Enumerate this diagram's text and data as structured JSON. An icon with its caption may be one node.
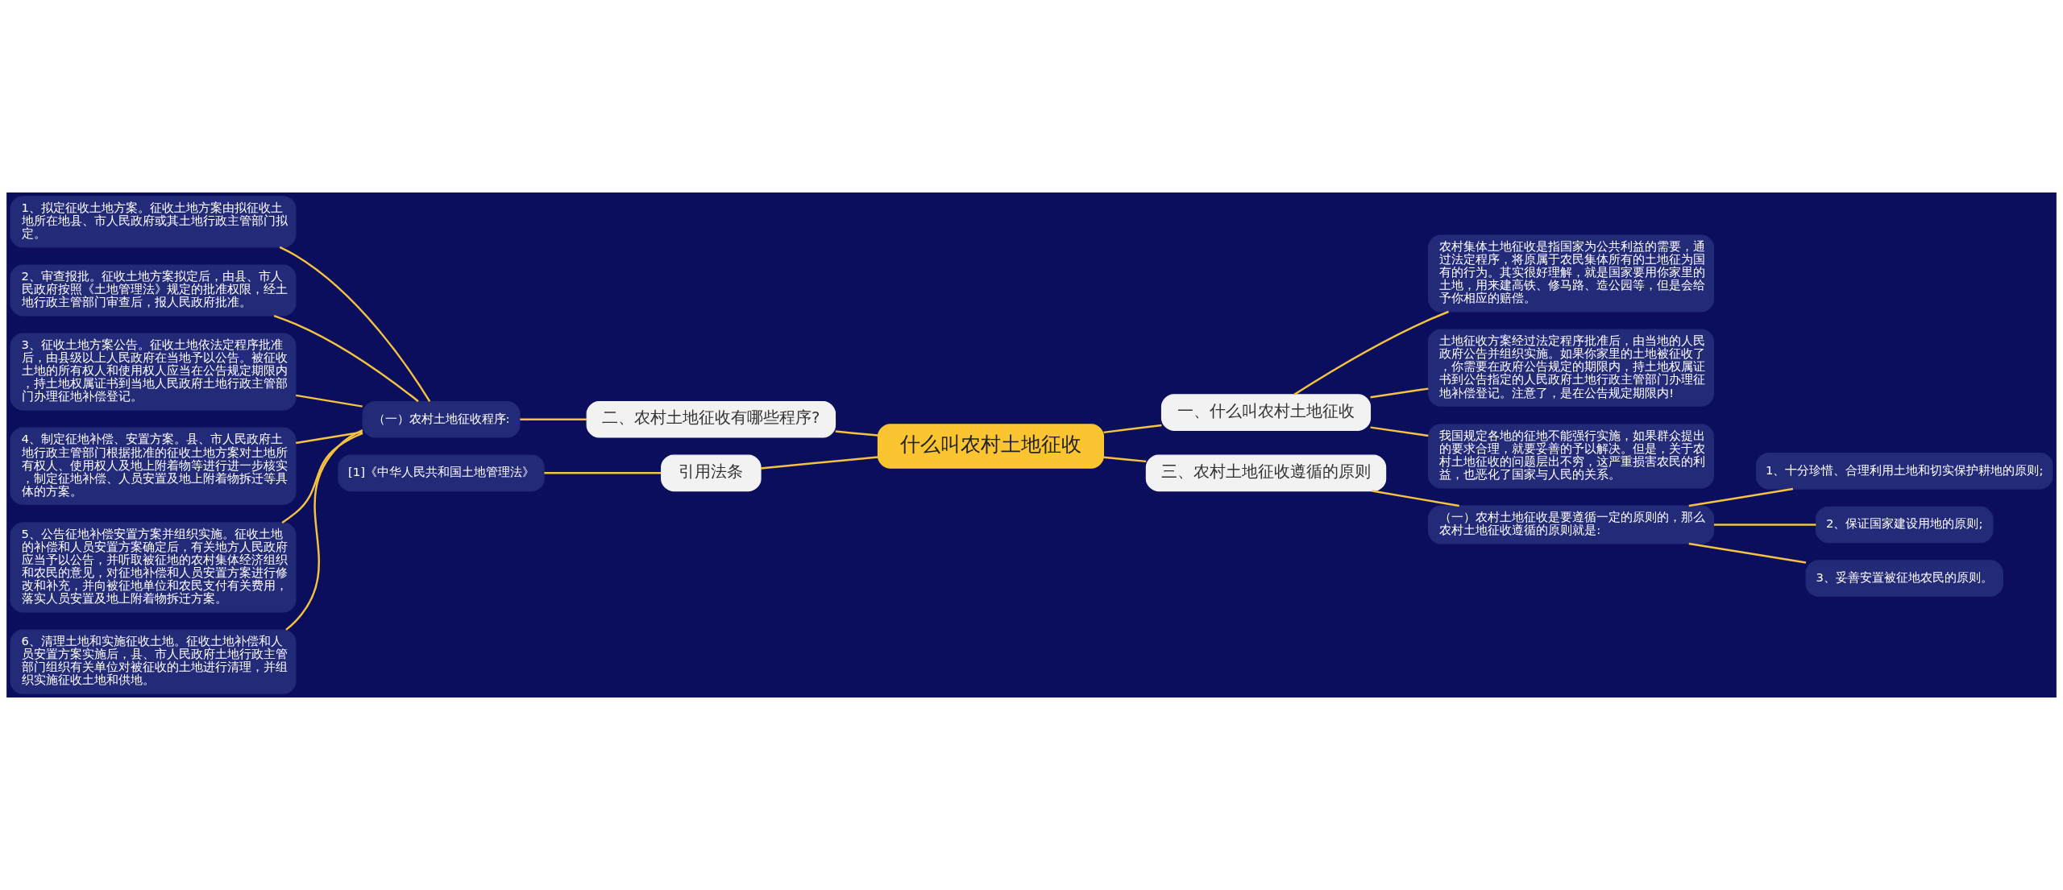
{
  "diagram": {
    "nodes": [
      {
        "text": [
          "什么叫农村土地征收"
        ]
      },
      {
        "text": [
          "二、农村土地征收有哪些程序?"
        ]
      },
      {
        "text": [
          "（一）农村土地征收程序:"
        ]
      },
      {
        "text": [
          "1、拟定征收土地方案。征收土地方案由拟征收土地所在地县、市人民政府或其土地行政主管部门拟定。"
        ]
      },
      {
        "text": [
          "2、审查报批。征收土地方案拟定后，由县、市人民政府按照《土地管理法》规定的批准权限，经土地行政主管部门审查后，报人民政府批准。"
        ]
      },
      {
        "text": [
          "3、征收土地方案公告。征收土地依法定程序批准后，由县级以上人民政府在当地予以公告。被征收土地的所有权人和使用权人应当在公告规定期限内，持土地权属证书到当地人民政府土地行政主管部门办理征地补偿登记。"
        ]
      },
      {
        "text": [
          "4、制定征地补偿、安置方案。县、市人民政府土地行政主管部门根据批准的征收土地方案对土地所有权人、使用权人及地上附着物等进行进一步核实，制定征地补偿、人员安置及地上附着物拆迁等具体的方案。"
        ]
      },
      {
        "text": [
          "5、公告征地补偿安置方案并组织实施。征收土地的补偿和人员安置方案确定后，有关地方人民政府应当予以公告，并听取被征地的农村集体经济组织和农民的意见，对征地补偿和人员安置方案进行修改和补充，并向被征地单位和农民支付有关费用，落实人员安置及地上附着物拆迁方案。"
        ]
      },
      {
        "text": [
          "6、清理土地和实施征收土地。征收土地补偿和人员安置方案实施后，县、市人民政府土地行政主管部门组织有关单位对被征收的土地进行清理，并组织实施征收土地和供地。"
        ]
      },
      {
        "text": [
          "一、什么叫农村土地征收"
        ]
      },
      {
        "text": [
          "农村集体土地征收是指国家为公共利益的需要，通过法定程序，将原属于农民集体所有的土地征为国有的行为。其实很好理解，就是国家要用你家里的土地，用来建高铁、修马路、造公园等，但是会给予你相应的赔偿。"
        ]
      },
      {
        "text": [
          "土地征收方案经过法定程序批准后，由当地的人民政府公告并组织实施。如果你家里的土地被征收了，你需要在政府公告规定的期限内，持土地权属证书到公告指定的人民政府土地行政主管部门办理征地补偿登记。注意了，是在公告规定期限内!"
        ]
      },
      {
        "text": [
          "我国规定各地的征地不能强行实施，如果群众提出的要求合理，就要妥善的予以解决。但是，关于农村土地征收的问题层出不穷，这严重损害农民的利益，也恶化了国家与人民的关系。"
        ]
      },
      {
        "text": [
          "三、农村土地征收遵循的原则"
        ]
      },
      {
        "text": [
          "（一）农村土地征收是要遵循一定的原则的，那么农村土地征收遵循的原则就是:"
        ]
      },
      {
        "text": [
          "1、十分珍惜、合理利用土地和切实保护耕地的原则;"
        ]
      },
      {
        "text": [
          "2、保证国家建设用地的原则;"
        ]
      },
      {
        "text": [
          "3、妥善安置被征地农民的原则。"
        ]
      },
      {
        "text": [
          "引用法条"
        ]
      },
      {
        "text": [
          "[1]《中华人民共和国土地管理法》"
        ]
      }
    ],
    "edges": [
      {
        "from": 0,
        "to": 1,
        "arrow": "none"
      },
      {
        "from": 1,
        "to": 2,
        "arrow": "none"
      },
      {
        "from": 2,
        "to": 3,
        "arrow": "none"
      },
      {
        "from": 2,
        "to": 4,
        "arrow": "none"
      },
      {
        "from": 2,
        "to": 5,
        "arrow": "none"
      },
      {
        "from": 2,
        "to": 6,
        "arrow": "none"
      },
      {
        "from": 2,
        "to": 7,
        "arrow": "none"
      },
      {
        "from": 2,
        "to": 8,
        "arrow": "none"
      },
      {
        "from": 0,
        "to": 9,
        "arrow": "none"
      },
      {
        "from": 9,
        "to": 10,
        "arrow": "none"
      },
      {
        "from": 9,
        "to": 11,
        "arrow": "none"
      },
      {
        "from": 9,
        "to": 12,
        "arrow": "none"
      },
      {
        "from": 0,
        "to": 13,
        "arrow": "none"
      },
      {
        "from": 13,
        "to": 14,
        "arrow": "none"
      },
      {
        "from": 14,
        "to": 15,
        "arrow": "none"
      },
      {
        "from": 14,
        "to": 16,
        "arrow": "none"
      },
      {
        "from": 14,
        "to": 17,
        "arrow": "none"
      },
      {
        "from": 0,
        "to": 18,
        "arrow": "none"
      },
      {
        "from": 18,
        "to": 19,
        "arrow": "none"
      }
    ]
  }
}
